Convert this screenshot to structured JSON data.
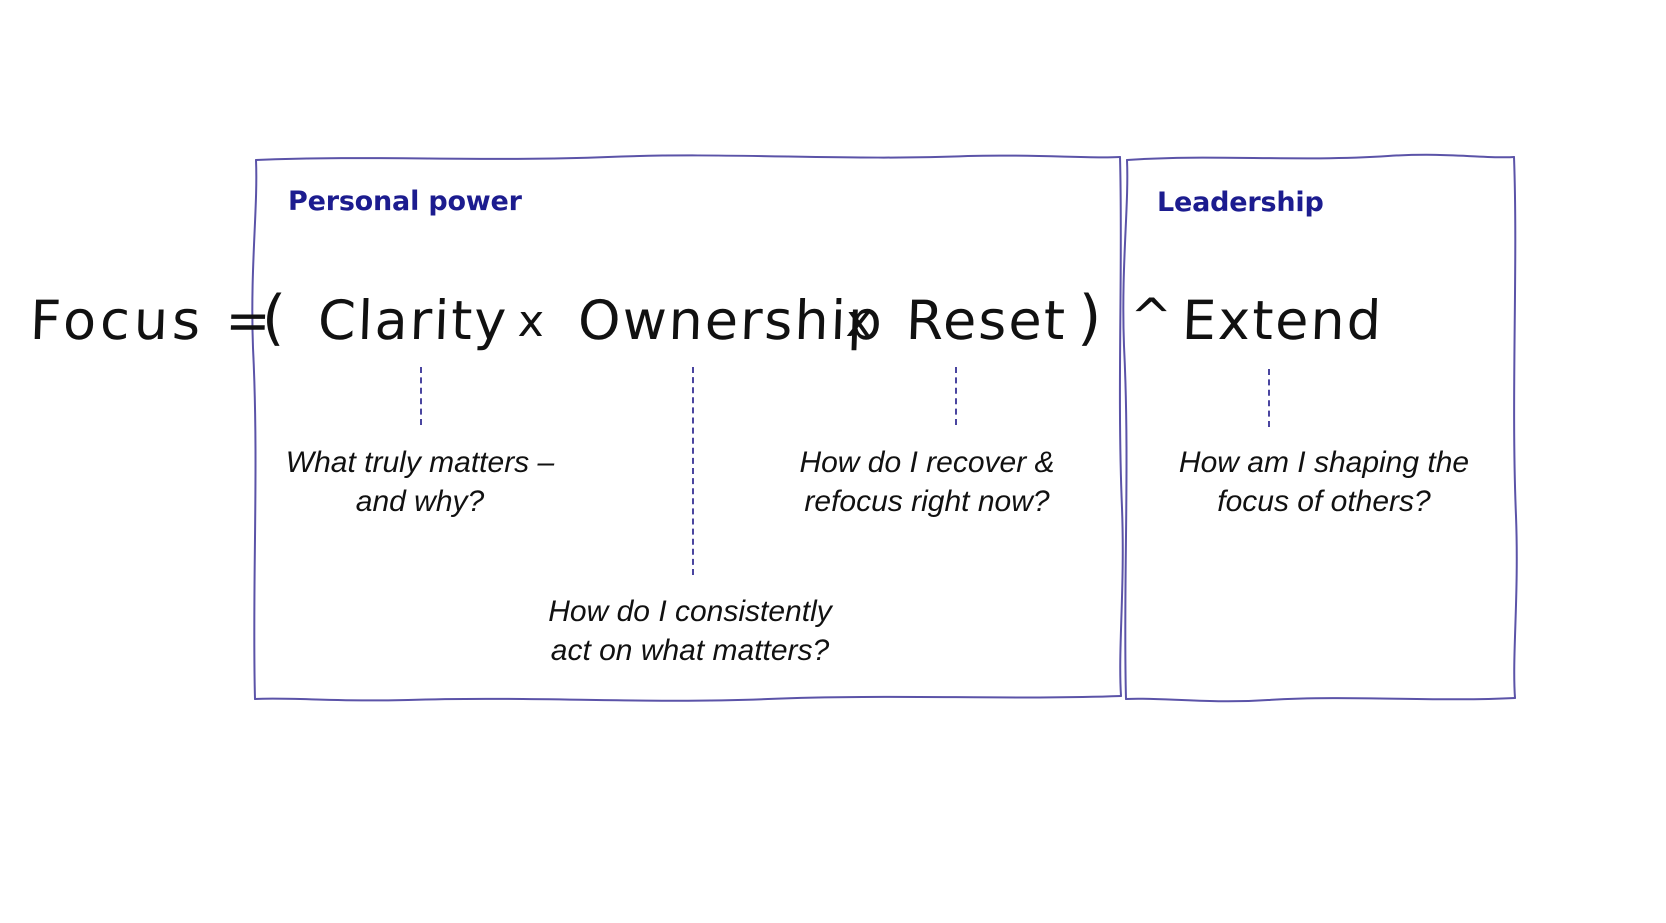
{
  "colors": {
    "box_border": "#5b53a8",
    "heading": "#1c1c8f",
    "connector": "#4a45a0",
    "formula_text": "#111111",
    "annotation_text": "#111111",
    "background": "#ffffff"
  },
  "sections": {
    "personal_power": {
      "heading": "Personal power"
    },
    "leadership": {
      "heading": "Leadership"
    }
  },
  "formula": {
    "lhs": "Focus =",
    "open_paren": "(",
    "factor_1": "Clarity",
    "operator_1": "x",
    "factor_2": "Ownership",
    "operator_2": "x",
    "factor_3": "Reset",
    "close_paren": ")",
    "exponent_operator": "^",
    "exponent": "Extend",
    "full_text": "Focus = ( Clarity x Ownership x Reset ) ^ Extend"
  },
  "annotations": {
    "clarity": "What truly matters –\nand why?",
    "ownership": "How do I consistently\nact on what matters?",
    "reset": "How do I recover &\nrefocus right now?",
    "extend": "How am I shaping the\nfocus of others?"
  }
}
